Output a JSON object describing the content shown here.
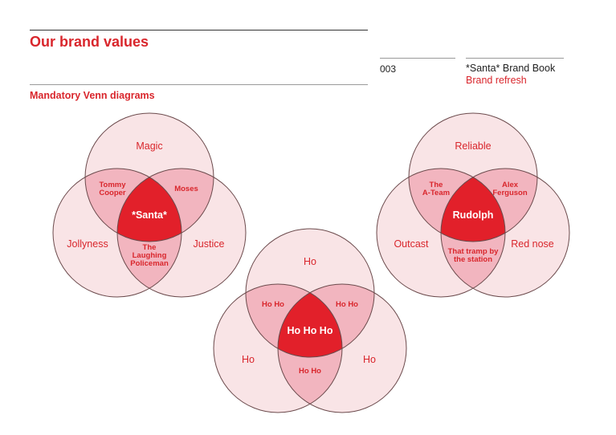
{
  "header": {
    "title": "Our brand values",
    "page_number": "003",
    "book_title": "*Santa* Brand Book",
    "book_subtitle": "Brand refresh",
    "section": "Mandatory Venn diagrams"
  },
  "colors": {
    "accent": "#d9262c",
    "circle_fill": "#f9e4e6",
    "pair_fill": "#f2b5bf",
    "center_fill": "#e2202a",
    "outline": "#6b4a4c"
  },
  "venns": [
    {
      "circles": [
        "Magic",
        "Jollyness",
        "Justice"
      ],
      "pairs": [
        [
          "Tommy",
          "Cooper"
        ],
        [
          "Moses"
        ],
        [
          "The",
          "Laughing",
          "Policeman"
        ]
      ],
      "center": "*Santa*"
    },
    {
      "circles": [
        "Ho",
        "Ho",
        "Ho"
      ],
      "pairs": [
        [
          "Ho Ho"
        ],
        [
          "Ho Ho"
        ],
        [
          "Ho Ho"
        ]
      ],
      "center": "Ho Ho Ho"
    },
    {
      "circles": [
        "Reliable",
        "Outcast",
        "Red nose"
      ],
      "pairs": [
        [
          "The",
          "A-Team"
        ],
        [
          "Alex",
          "Ferguson"
        ],
        [
          "That tramp by",
          "the station"
        ]
      ],
      "center": "Rudolph"
    }
  ]
}
